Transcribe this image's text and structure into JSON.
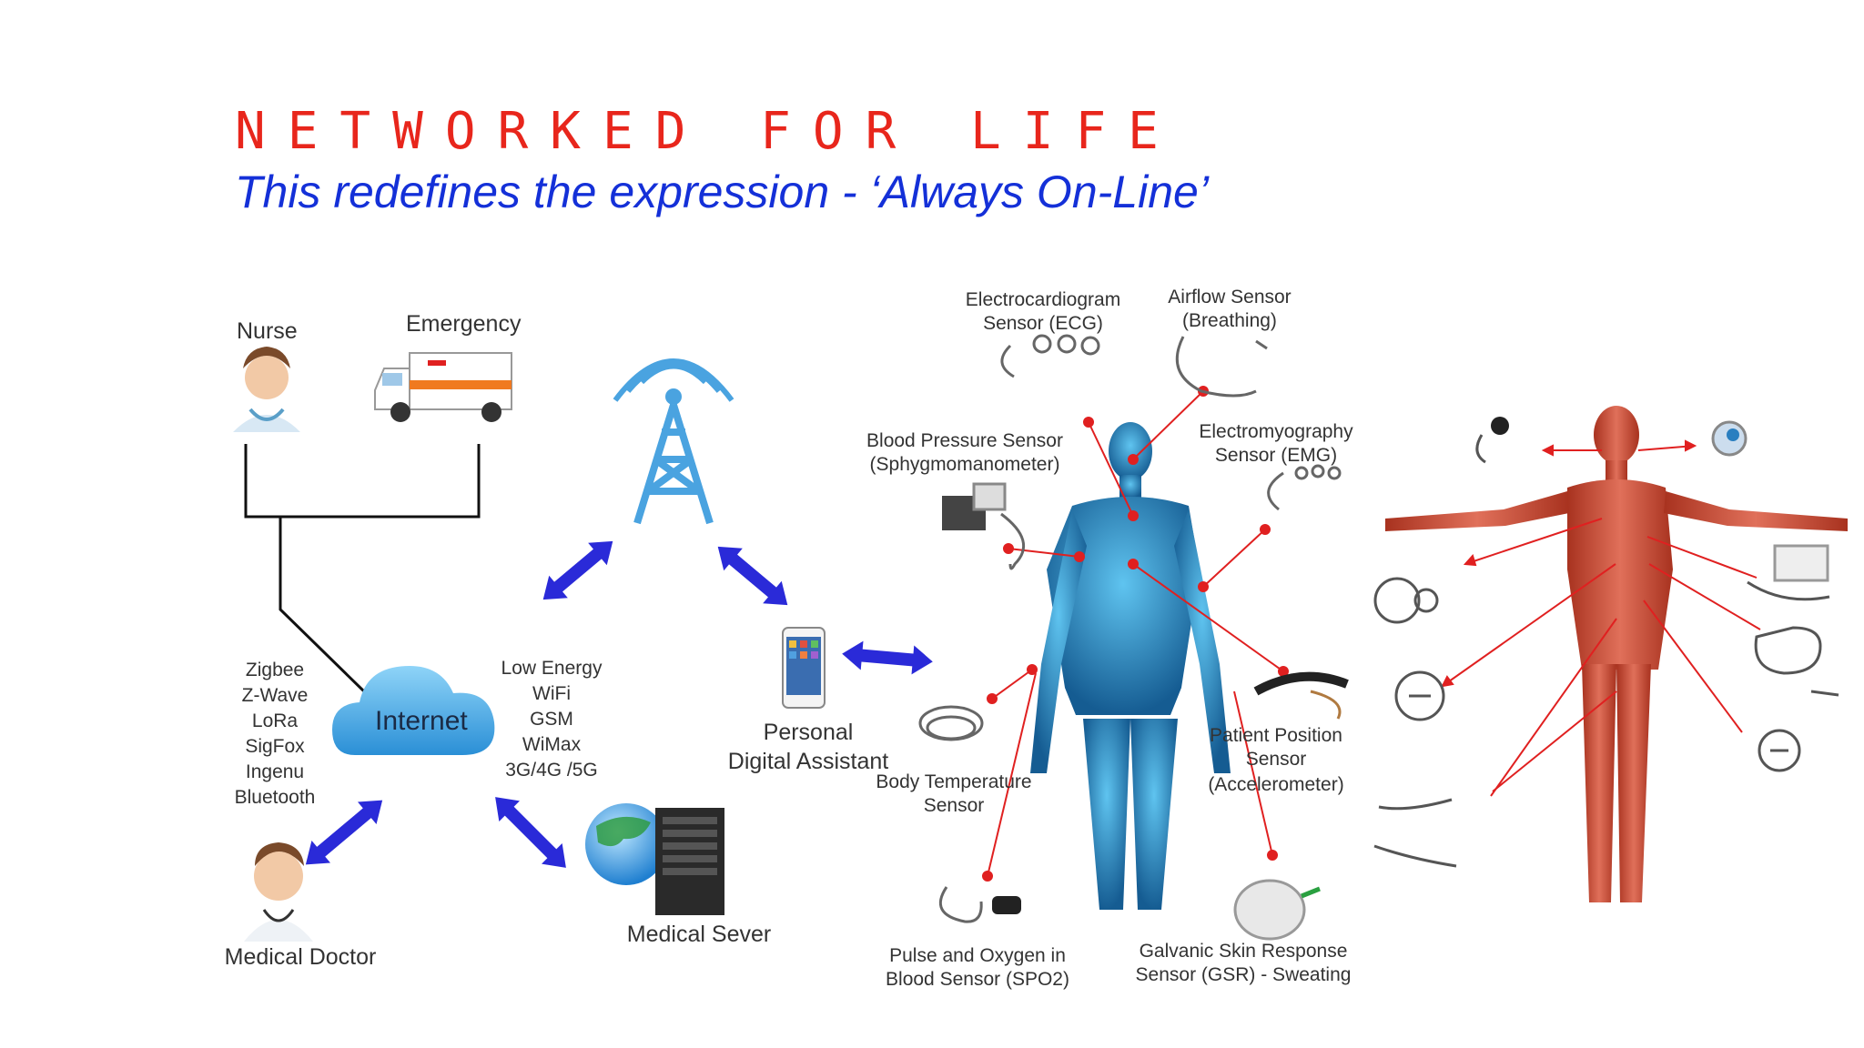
{
  "header": {
    "title": "NETWORKED FOR LIFE",
    "subtitle": "This redefines the expression - ‘Always On-Line’"
  },
  "network": {
    "nurse": "Nurse",
    "emergency": "Emergency",
    "internet": "Internet",
    "medical_doctor": "Medical Doctor",
    "medical_server": "Medical Sever",
    "pda_line1": "Personal",
    "pda_line2": "Digital Assistant",
    "protocols_left": [
      "Zigbee",
      "Z-Wave",
      "LoRa",
      "SigFox",
      "Ingenu",
      "Bluetooth"
    ],
    "protocols_right": [
      "Low Energy",
      "WiFi",
      "GSM",
      "WiMax",
      "3G/4G /5G"
    ]
  },
  "sensors": {
    "ecg": [
      "Electrocardiogram",
      "Sensor (ECG)"
    ],
    "airflow": [
      "Airflow Sensor",
      "(Breathing)"
    ],
    "blood_pressure": [
      "Blood Pressure Sensor",
      "(Sphygmomanometer)"
    ],
    "emg": [
      "Electromyography",
      "Sensor (EMG)"
    ],
    "body_temp": [
      "Body Temperature",
      "Sensor"
    ],
    "patient_position": [
      "Patient Position",
      "Sensor",
      "(Accelerometer)"
    ],
    "spo2": [
      "Pulse and Oxygen in",
      "Blood Sensor (SPO2)"
    ],
    "gsr": [
      "Galvanic Skin Response",
      "Sensor (GSR) - Sweating"
    ]
  },
  "colors": {
    "title": "#e8261c",
    "subtitle": "#1430d8",
    "arrow": "#2a2ad8",
    "tower": "#4aa3e0",
    "body": "#1f6fa8",
    "muscle": "#c8432e",
    "pointer": "#e02020"
  }
}
